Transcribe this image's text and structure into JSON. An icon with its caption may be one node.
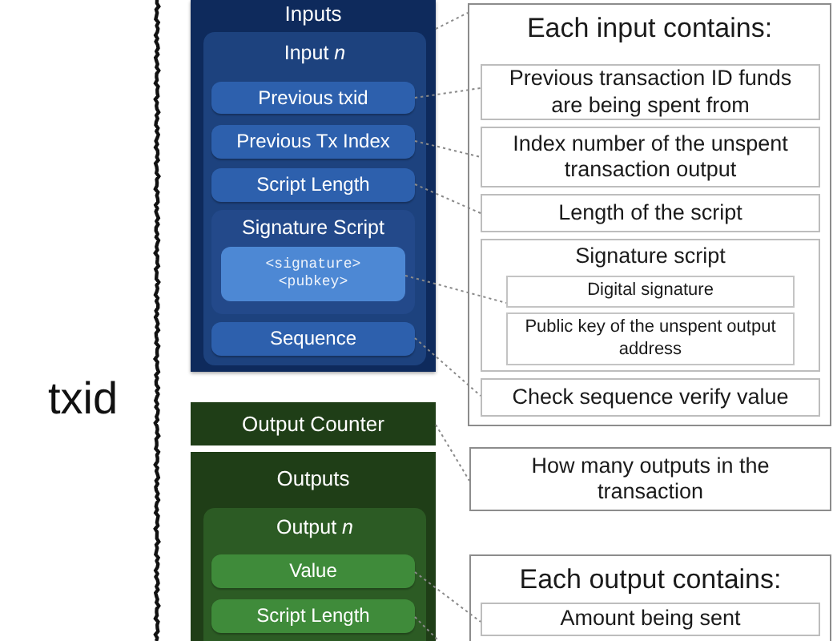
{
  "diagram": {
    "nodes": [
      {
        "text": [
          "Inputs"
        ]
      },
      {
        "text": [
          "Input *n*"
        ],
        "in": 0
      },
      {
        "text": [
          "Previous txid"
        ],
        "in": 1
      },
      {
        "text": [
          "Previous Tx Index"
        ],
        "in": 1
      },
      {
        "text": [
          "Script Length"
        ],
        "in": 1
      },
      {
        "text": [
          "Signature Script"
        ],
        "in": 1
      },
      {
        "text": [
          "<signature>",
          "<pubkey>"
        ],
        "in": 5
      },
      {
        "text": [
          "Sequence"
        ],
        "in": 1
      },
      {
        "text": [
          "Output Counter"
        ]
      },
      {
        "text": [
          "Outputs"
        ]
      },
      {
        "text": [
          "Output *n*"
        ],
        "in": 9
      },
      {
        "text": [
          "Value"
        ],
        "in": 10
      },
      {
        "text": [
          "Script Length"
        ],
        "in": 10
      },
      {
        "text": [
          "Each input contains:"
        ]
      },
      {
        "text": [
          "Previous transaction ID funds are being spent from"
        ],
        "in": 13
      },
      {
        "text": [
          "Index number of the unspent transaction output"
        ],
        "in": 13
      },
      {
        "text": [
          "Length of the script"
        ],
        "in": 13
      },
      {
        "text": [
          "Signature script"
        ],
        "in": 13
      },
      {
        "text": [
          "Digital signature"
        ],
        "in": 17
      },
      {
        "text": [
          "Public key of the unspent output address"
        ],
        "in": 17
      },
      {
        "text": [
          "Check sequence verify value"
        ],
        "in": 13
      },
      {
        "text": [
          "How many outputs in the transaction"
        ]
      },
      {
        "text": [
          "Each output contains:"
        ]
      },
      {
        "text": [
          "Amount being sent"
        ],
        "in": 22
      }
    ],
    "edges": [
      {
        "from": 0,
        "to": 13,
        "arrow": "none",
        "style": "dashed"
      },
      {
        "from": 2,
        "to": 14,
        "arrow": "none",
        "style": "dashed"
      },
      {
        "from": 3,
        "to": 15,
        "arrow": "none",
        "style": "dashed"
      },
      {
        "from": 4,
        "to": 16,
        "arrow": "none",
        "style": "dashed"
      },
      {
        "from": 6,
        "to": 18,
        "arrow": "none",
        "style": "dashed"
      },
      {
        "from": 7,
        "to": 20,
        "arrow": "none",
        "style": "dashed"
      },
      {
        "from": 8,
        "to": 21,
        "arrow": "none",
        "style": "dashed"
      },
      {
        "from": 11,
        "to": 23,
        "arrow": "none",
        "style": "dashed"
      },
      {
        "from": 12,
        "to": null,
        "arrow": "none",
        "style": "dashed"
      }
    ],
    "labels": [
      "txid"
    ]
  }
}
